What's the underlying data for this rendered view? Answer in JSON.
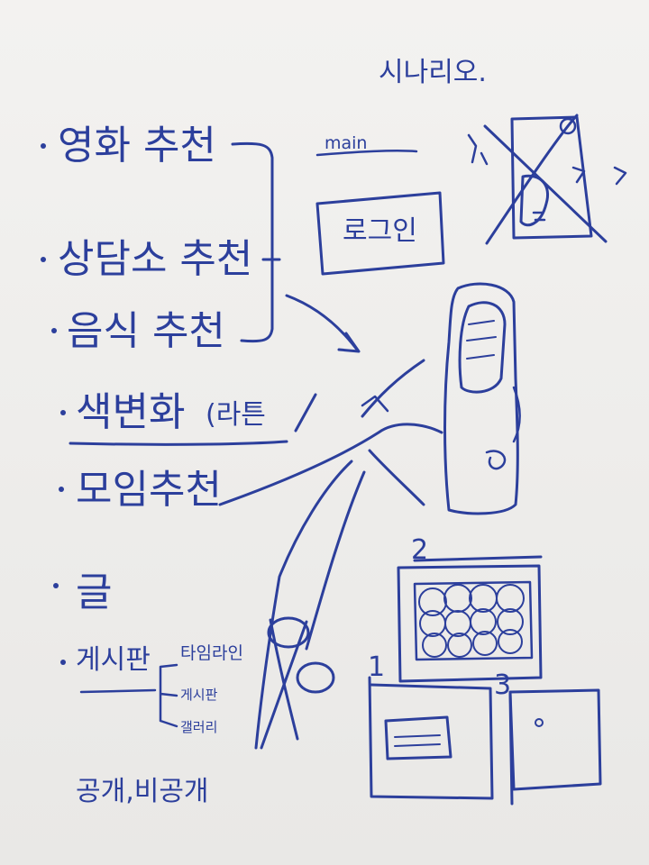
{
  "title": "시나리오.",
  "menu_items": [
    "영화 추천",
    "상담소 추천",
    "음식 추천",
    "색변화",
    "모임추천"
  ],
  "color_note": "(라튼",
  "writing_heading": "글",
  "board": {
    "label": "게시판",
    "sub_items": [
      "타임라인",
      "게시판",
      "갤러리"
    ]
  },
  "visibility": "공개,비공개",
  "main_label": "main",
  "login_box_label": "로그인",
  "screen_numbers": [
    "2",
    "1",
    "3"
  ],
  "ink_color": "#2c3f9c"
}
